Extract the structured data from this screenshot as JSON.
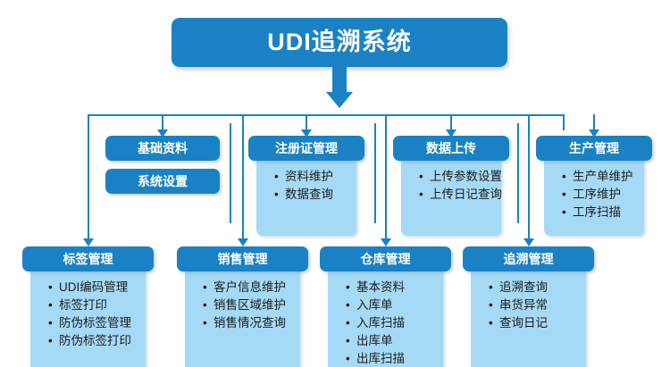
{
  "diagram": {
    "title": "UDI追溯系统",
    "colors": {
      "primary": "#1a82c4",
      "panel": "#a5daf6",
      "text": "#1c1c1c",
      "header_text": "#ffffff"
    },
    "row2": [
      {
        "id": "basic",
        "pills": [
          "基础资料",
          "系统设置"
        ],
        "header": null,
        "items": []
      },
      {
        "id": "registration",
        "header": "注册证管理",
        "items": [
          "资料维护",
          "数据查询"
        ]
      },
      {
        "id": "upload",
        "header": "数据上传",
        "items": [
          "上传参数设置",
          "上传日记查询"
        ]
      },
      {
        "id": "production",
        "header": "生产管理",
        "items": [
          "生产单维护",
          "工序维护",
          "工序扫描"
        ]
      }
    ],
    "row3": [
      {
        "id": "label",
        "header": "标签管理",
        "items": [
          "UDI编码管理",
          "标签打印",
          "防伪标签管理",
          "防伪标签打印"
        ]
      },
      {
        "id": "sales",
        "header": "销售管理",
        "items": [
          "客户信息维护",
          "销售区域维护",
          "销售情况查询"
        ]
      },
      {
        "id": "warehouse",
        "header": "仓库管理",
        "items": [
          "基本资料",
          "入库单",
          "入库扫描",
          "出库单",
          "出库扫描"
        ]
      },
      {
        "id": "trace",
        "header": "追溯管理",
        "items": [
          "追溯查询",
          "串货异常",
          "查询日记"
        ]
      }
    ]
  }
}
